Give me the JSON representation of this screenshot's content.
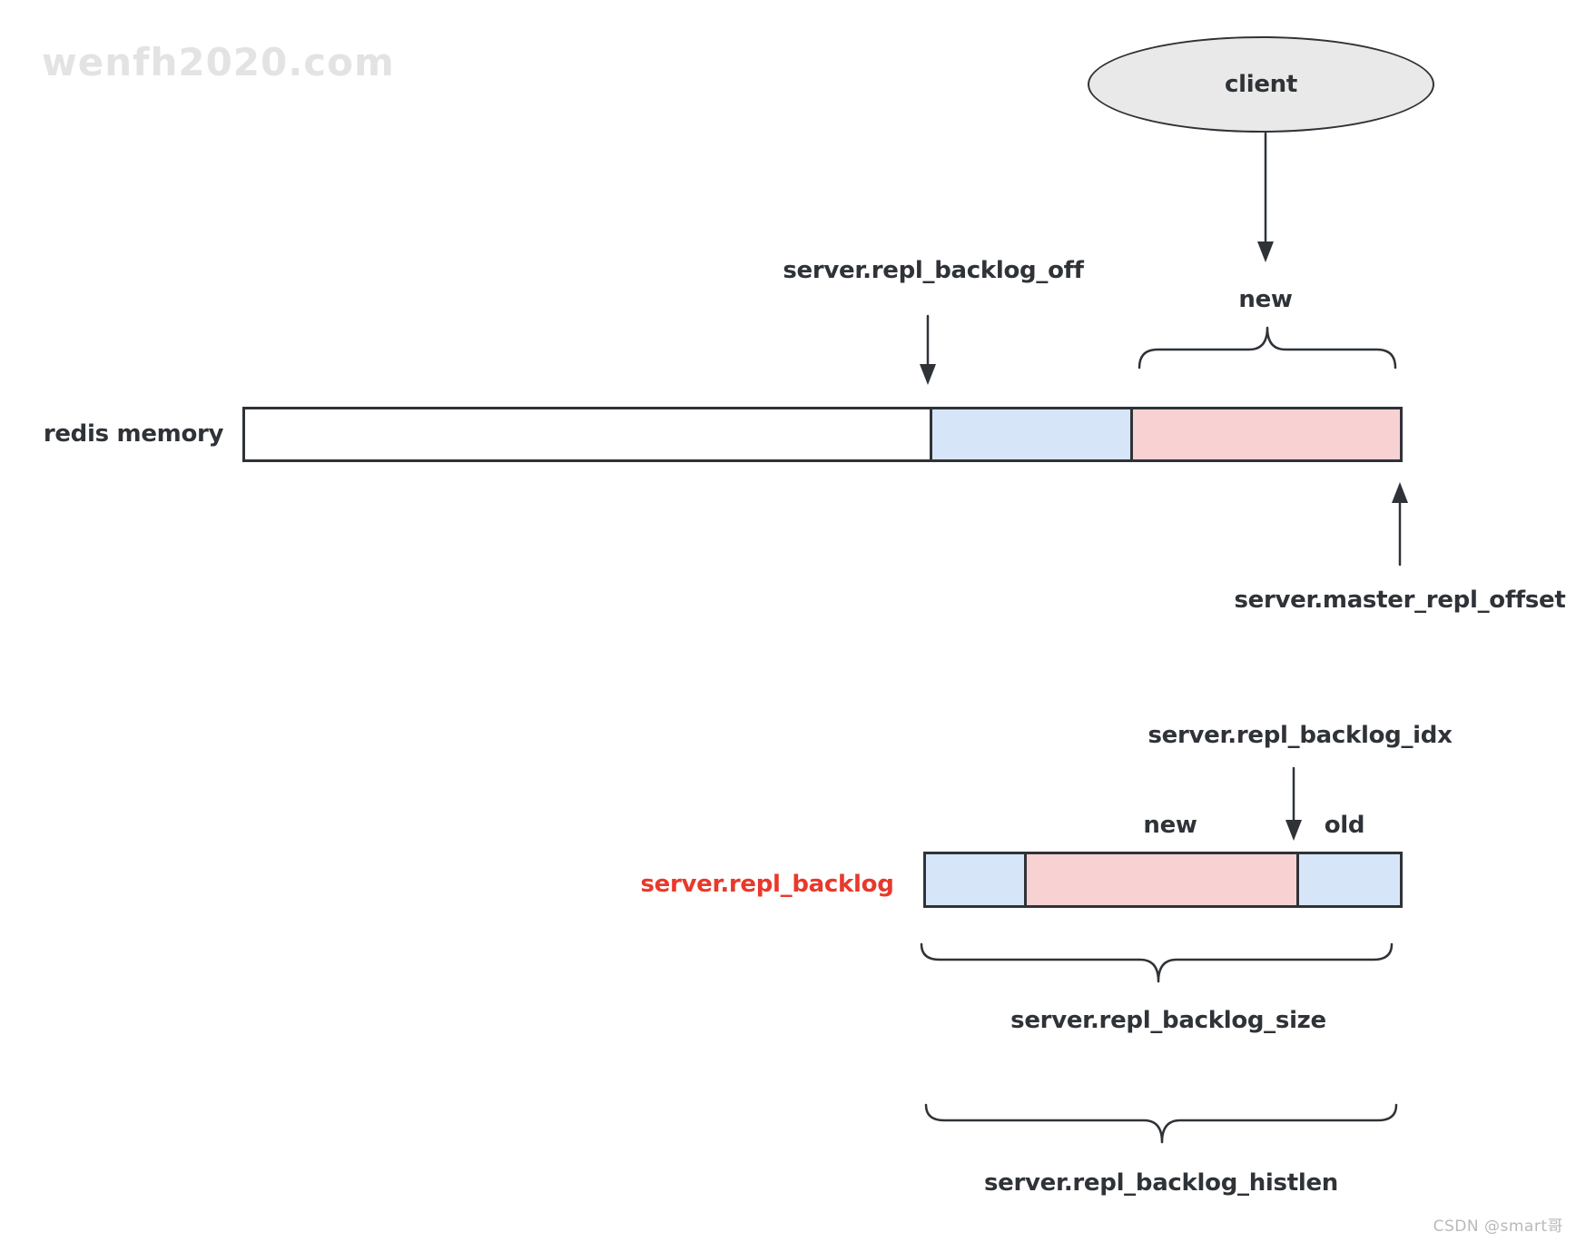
{
  "watermark_top": "wenfh2020.com",
  "watermark_bottom": "CSDN @smart哥",
  "colors": {
    "line": "#2f3338",
    "blue": "#d6e6f8",
    "pink": "#f8d1d3",
    "gray": "#e9e9e9",
    "red": "#e8392b",
    "watermark": "#e3e3e3",
    "watermark2": "#b9b9b9"
  },
  "client_node": {
    "label": "client"
  },
  "top_diagram": {
    "memory_label": "redis memory",
    "off_label": "server.repl_backlog_off",
    "new_label": "new",
    "offset_label": "server.master_repl_offset",
    "sections": [
      {
        "name": "free",
        "color": "white"
      },
      {
        "name": "backlog-old",
        "color": "blue"
      },
      {
        "name": "backlog-new",
        "color": "pink"
      }
    ]
  },
  "bottom_diagram": {
    "backlog_label": "server.repl_backlog",
    "idx_label": "server.repl_backlog_idx",
    "new_label": "new",
    "old_label": "old",
    "size_label": "server.repl_backlog_size",
    "histlen_label": "server.repl_backlog_histlen",
    "sections": [
      {
        "name": "head",
        "color": "blue"
      },
      {
        "name": "new-data",
        "color": "pink"
      },
      {
        "name": "old-data",
        "color": "blue"
      }
    ]
  }
}
